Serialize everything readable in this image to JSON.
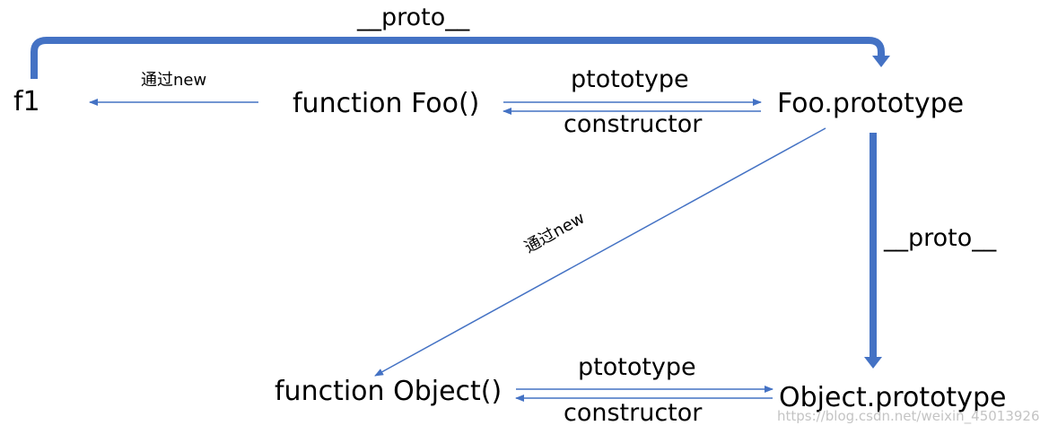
{
  "nodes": {
    "f1": "f1",
    "function_foo": "function Foo()",
    "foo_prototype": "Foo.prototype",
    "function_object": "function Object()",
    "object_prototype": "Object.prototype"
  },
  "edges": {
    "top_proto": "__proto__",
    "new_top": "通过new",
    "foo_prototype_label": "ptototype",
    "foo_constructor_label": "constructor",
    "right_proto": "__proto__",
    "new_diagonal": "通过new",
    "object_prototype_label": "ptototype",
    "object_constructor_label": "constructor"
  },
  "watermark": "https://blog.csdn.net/weixin_45013926",
  "colors": {
    "arrow": "#4472c4",
    "text": "#000000",
    "watermark": "#c4c4c4"
  }
}
